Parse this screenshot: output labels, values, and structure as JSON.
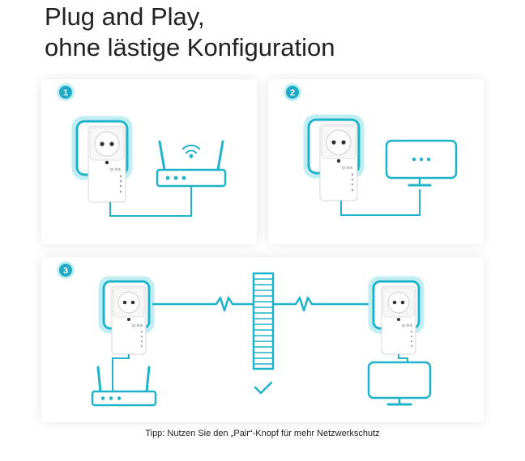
{
  "title": {
    "line1": "Plug and Play,",
    "line2": "ohne lästige Konfiguration"
  },
  "steps": [
    {
      "number": "1",
      "scene": "powerline-adapter-to-wifi-router"
    },
    {
      "number": "2",
      "scene": "powerline-adapter-to-smart-tv"
    },
    {
      "number": "3",
      "scene": "powerline-pair-through-wall"
    }
  ],
  "adapter": {
    "brand": "tp-link"
  },
  "colors": {
    "accent": "#1fb3c9",
    "glow": "#bfeef3",
    "badge": "#1fa9c4",
    "device": "#ffffff",
    "device_stroke": "#d6d6d6",
    "text": "#222222"
  },
  "icons": [
    "wifi-icon",
    "router-icon",
    "tv-icon",
    "wall-icon",
    "checkmark-icon",
    "socket-icon"
  ],
  "tip": "Tipp: Nutzen Sie den „Pair“-Knopf für mehr Netzwerkschutz"
}
